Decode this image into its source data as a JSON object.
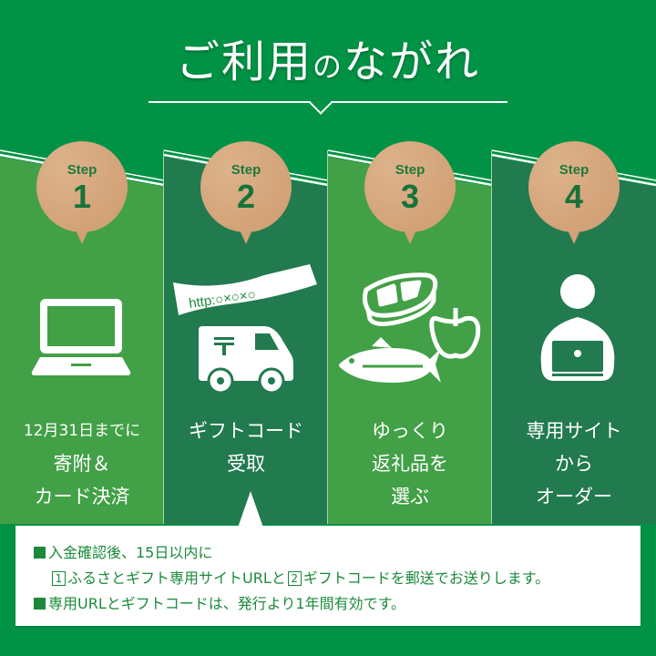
{
  "header": {
    "title_part1": "ご利用",
    "title_no": "の",
    "title_part2": "ながれ"
  },
  "colors": {
    "background": "#009245",
    "column_light": "#42a046",
    "column_dark": "#227a4f",
    "badge": "#d6a77c",
    "badge_text": "#16733a",
    "notice_text": "#1a8a3a"
  },
  "steps": [
    {
      "step_label": "Step",
      "number": "1",
      "icon": "laptop-icon",
      "label_lines": [
        "12月31日までに",
        "寄附＆",
        "カード決済"
      ]
    },
    {
      "step_label": "Step",
      "number": "2",
      "icon": "mail-truck-icon",
      "banner_text": "http:○×○×○",
      "label_lines": [
        "ギフトコード",
        "受取"
      ]
    },
    {
      "step_label": "Step",
      "number": "3",
      "icon": "food-gifts-icon",
      "label_lines": [
        "ゆっくり",
        "返礼品を",
        "選ぶ"
      ]
    },
    {
      "step_label": "Step",
      "number": "4",
      "icon": "person-laptop-icon",
      "label_lines": [
        "専用サイト",
        "から",
        "オーダー"
      ]
    }
  ],
  "notice": {
    "line1": "入金確認後、15日以内に",
    "line2_box1": "1",
    "line2_part1": "ふるさとギフト専用サイトURLと",
    "line2_box2": "2",
    "line2_part2": "ギフトコードを郵送でお送りします。",
    "line3": "専用URLとギフトコードは、発行より1年間有効です。"
  }
}
